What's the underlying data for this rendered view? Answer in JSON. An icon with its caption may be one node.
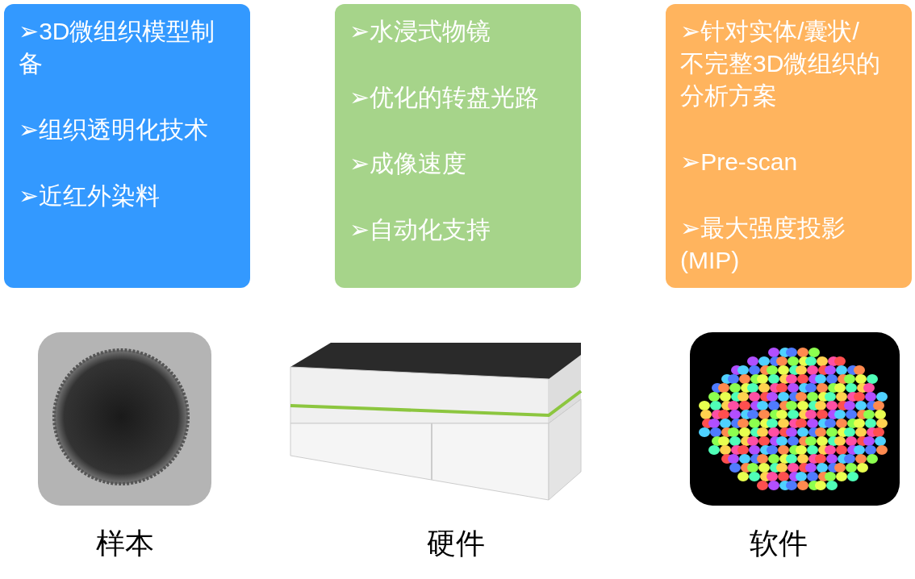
{
  "diagram": {
    "nodes": [
      {
        "text": [
          "➢3D微组织模型制备",
          "➢组织透明化技术",
          "➢近红外染料"
        ]
      },
      {
        "text": [
          "➢水浸式物镜",
          "➢优化的转盘光路",
          "➢成像速度",
          "➢自动化支持"
        ]
      },
      {
        "text": [
          "➢针对实体/囊状/不完整3D微组织的分析方案",
          "➢Pre-scan",
          "➢最大强度投影(MIP)"
        ]
      },
      {
        "text": [],
        "shape": "picture",
        "beside": [
          "样本"
        ]
      },
      {
        "text": [],
        "shape": "picture",
        "beside": [
          "硬件"
        ]
      },
      {
        "text": [],
        "shape": "picture",
        "beside": [
          "软件"
        ]
      }
    ],
    "edges": []
  }
}
